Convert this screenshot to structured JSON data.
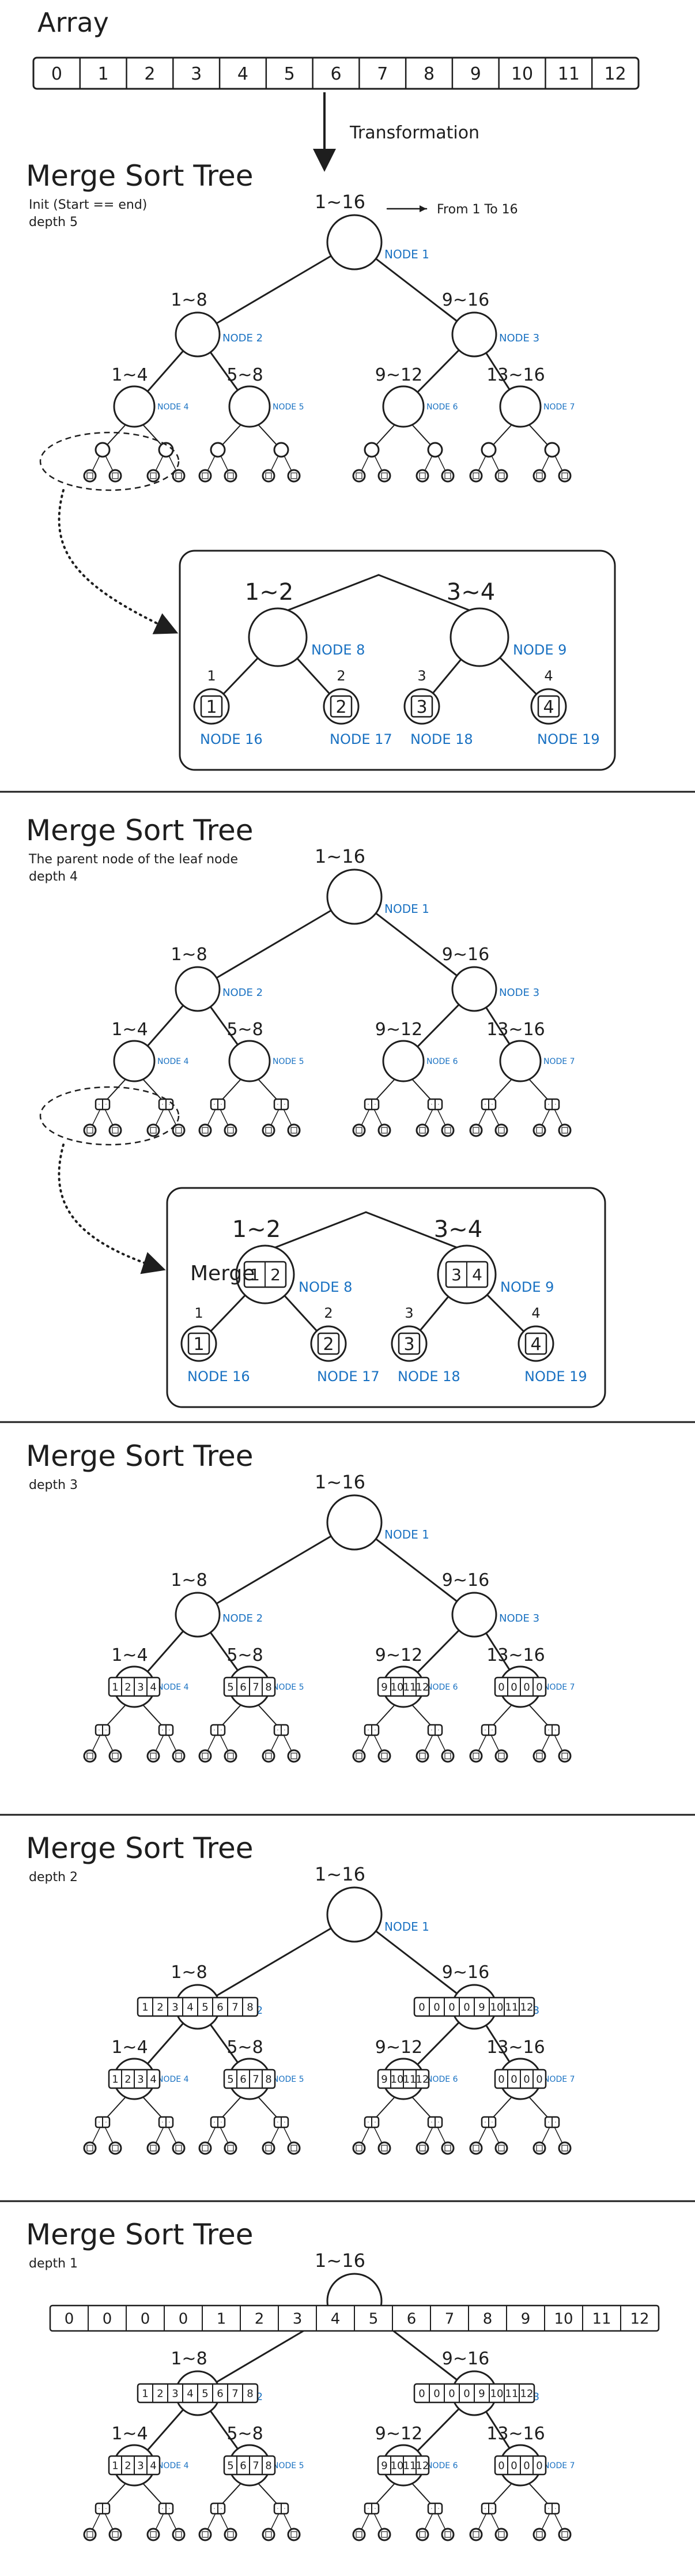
{
  "colors": {
    "ink": "#1e1e1e",
    "node_label": "#1971c2",
    "background": "#ffffff"
  },
  "top": {
    "title": "Array",
    "array": [
      "0",
      "1",
      "2",
      "3",
      "4",
      "5",
      "6",
      "7",
      "8",
      "9",
      "10",
      "11",
      "12"
    ],
    "arrow_label": "Transformation"
  },
  "ranges": [
    "1~16",
    "1~8",
    "9~16",
    "1~4",
    "5~8",
    "9~12",
    "13~16"
  ],
  "node_names": [
    "NODE 1",
    "NODE 2",
    "NODE 3",
    "NODE 4",
    "NODE 5",
    "NODE 6",
    "NODE 7"
  ],
  "zoom_ranges": [
    "1~2",
    "3~4"
  ],
  "zoom_node_names": [
    "NODE 8",
    "NODE 9"
  ],
  "zoom_leaf_indices": [
    "1",
    "2",
    "3",
    "4"
  ],
  "zoom_leaf_names": [
    "NODE 16",
    "NODE 17",
    "NODE 18",
    "NODE 19"
  ],
  "sections": [
    {
      "title": "Merge Sort Tree",
      "captions": [
        "Init (Start == end)",
        "depth 5"
      ],
      "root_note": "From 1 To 16",
      "leaf_values": [
        "1",
        "2",
        "3",
        "4"
      ]
    },
    {
      "title": "Merge Sort Tree",
      "captions": [
        "The parent node of the leaf node",
        "depth 4"
      ],
      "merge_label": "Merge",
      "merged_left": [
        "1",
        "2"
      ],
      "merged_right": [
        "3",
        "4"
      ],
      "leaf_values": [
        "1",
        "2",
        "3",
        "4"
      ]
    },
    {
      "title": "Merge Sort Tree",
      "captions": [
        "depth 3"
      ],
      "d4": [
        [
          "1",
          "2",
          "3",
          "4"
        ],
        [
          "5",
          "6",
          "7",
          "8"
        ],
        [
          "9",
          "10",
          "11",
          "12"
        ],
        [
          "0",
          "0",
          "0",
          "0"
        ]
      ]
    },
    {
      "title": "Merge Sort Tree",
      "captions": [
        "depth 2"
      ],
      "d4": [
        [
          "1",
          "2",
          "3",
          "4"
        ],
        [
          "5",
          "6",
          "7",
          "8"
        ],
        [
          "9",
          "10",
          "11",
          "12"
        ],
        [
          "0",
          "0",
          "0",
          "0"
        ]
      ],
      "d2": [
        [
          "1",
          "2",
          "3",
          "4",
          "5",
          "6",
          "7",
          "8"
        ],
        [
          "0",
          "0",
          "0",
          "0",
          "9",
          "10",
          "11",
          "12"
        ]
      ]
    },
    {
      "title": "Merge Sort Tree",
      "captions": [
        "depth 1"
      ],
      "d4": [
        [
          "1",
          "2",
          "3",
          "4"
        ],
        [
          "5",
          "6",
          "7",
          "8"
        ],
        [
          "9",
          "10",
          "11",
          "12"
        ],
        [
          "0",
          "0",
          "0",
          "0"
        ]
      ],
      "d2": [
        [
          "1",
          "2",
          "3",
          "4",
          "5",
          "6",
          "7",
          "8"
        ],
        [
          "0",
          "0",
          "0",
          "0",
          "9",
          "10",
          "11",
          "12"
        ]
      ],
      "d1": [
        "0",
        "0",
        "0",
        "0",
        "1",
        "2",
        "3",
        "4",
        "5",
        "6",
        "7",
        "8",
        "9",
        "10",
        "11",
        "12"
      ]
    }
  ]
}
